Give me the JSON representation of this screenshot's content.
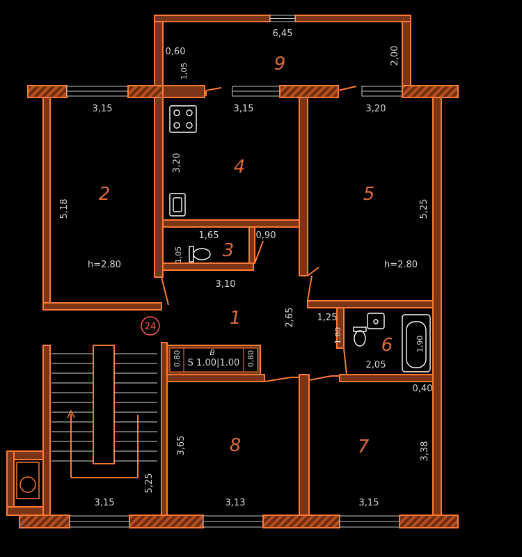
{
  "rooms": {
    "r1": "1",
    "r2": "2",
    "r3": "3",
    "r4": "4",
    "r5": "5",
    "r6": "6",
    "r7": "7",
    "r8": "8",
    "r9": "9"
  },
  "dims": {
    "balcony_width": "6,45",
    "balcony_depth": "2,00",
    "balcony_small_w": "0,60",
    "balcony_small_h": "1,05",
    "room2_width": "3,15",
    "room2_length": "5,18",
    "room4_width": "3,15",
    "room4_length": "3,20",
    "room5_width": "3,20",
    "room5_length": "5,25",
    "room3_width": "1,65",
    "room3_depth": "1,05",
    "room3_door": "0,90",
    "corridor_width": "3,10",
    "corridor_length": "2,65",
    "room6_a": "1,25",
    "room6_b": "1,80",
    "room6_width": "2,05",
    "room6_bath": "1,90",
    "closet_w1": "0,80",
    "closet_w2": "0,80",
    "closet_label": "S 1.00|1.00",
    "closet_letter": "B",
    "room8_length": "3,65",
    "room8_width": "3,13",
    "room7_length": "3,38",
    "room7_width": "3,15",
    "wall_gap": "0,40",
    "stair_width": "3,15",
    "stair_length": "5,25"
  },
  "heights": {
    "room2": "h=2.80",
    "room5": "h=2.80"
  },
  "apartment_number": "24",
  "colors": {
    "wall": "#ff7a35",
    "wall_fill": "#7a3416",
    "text": "#d8d8d8",
    "room_number": "#e06a3a",
    "background": "#000000"
  },
  "icons": [
    "stove-icon",
    "sink-icon",
    "toilet-icon",
    "washbasin-icon",
    "bathtub-icon",
    "stairs-arrow-icon",
    "chimney-icon"
  ]
}
